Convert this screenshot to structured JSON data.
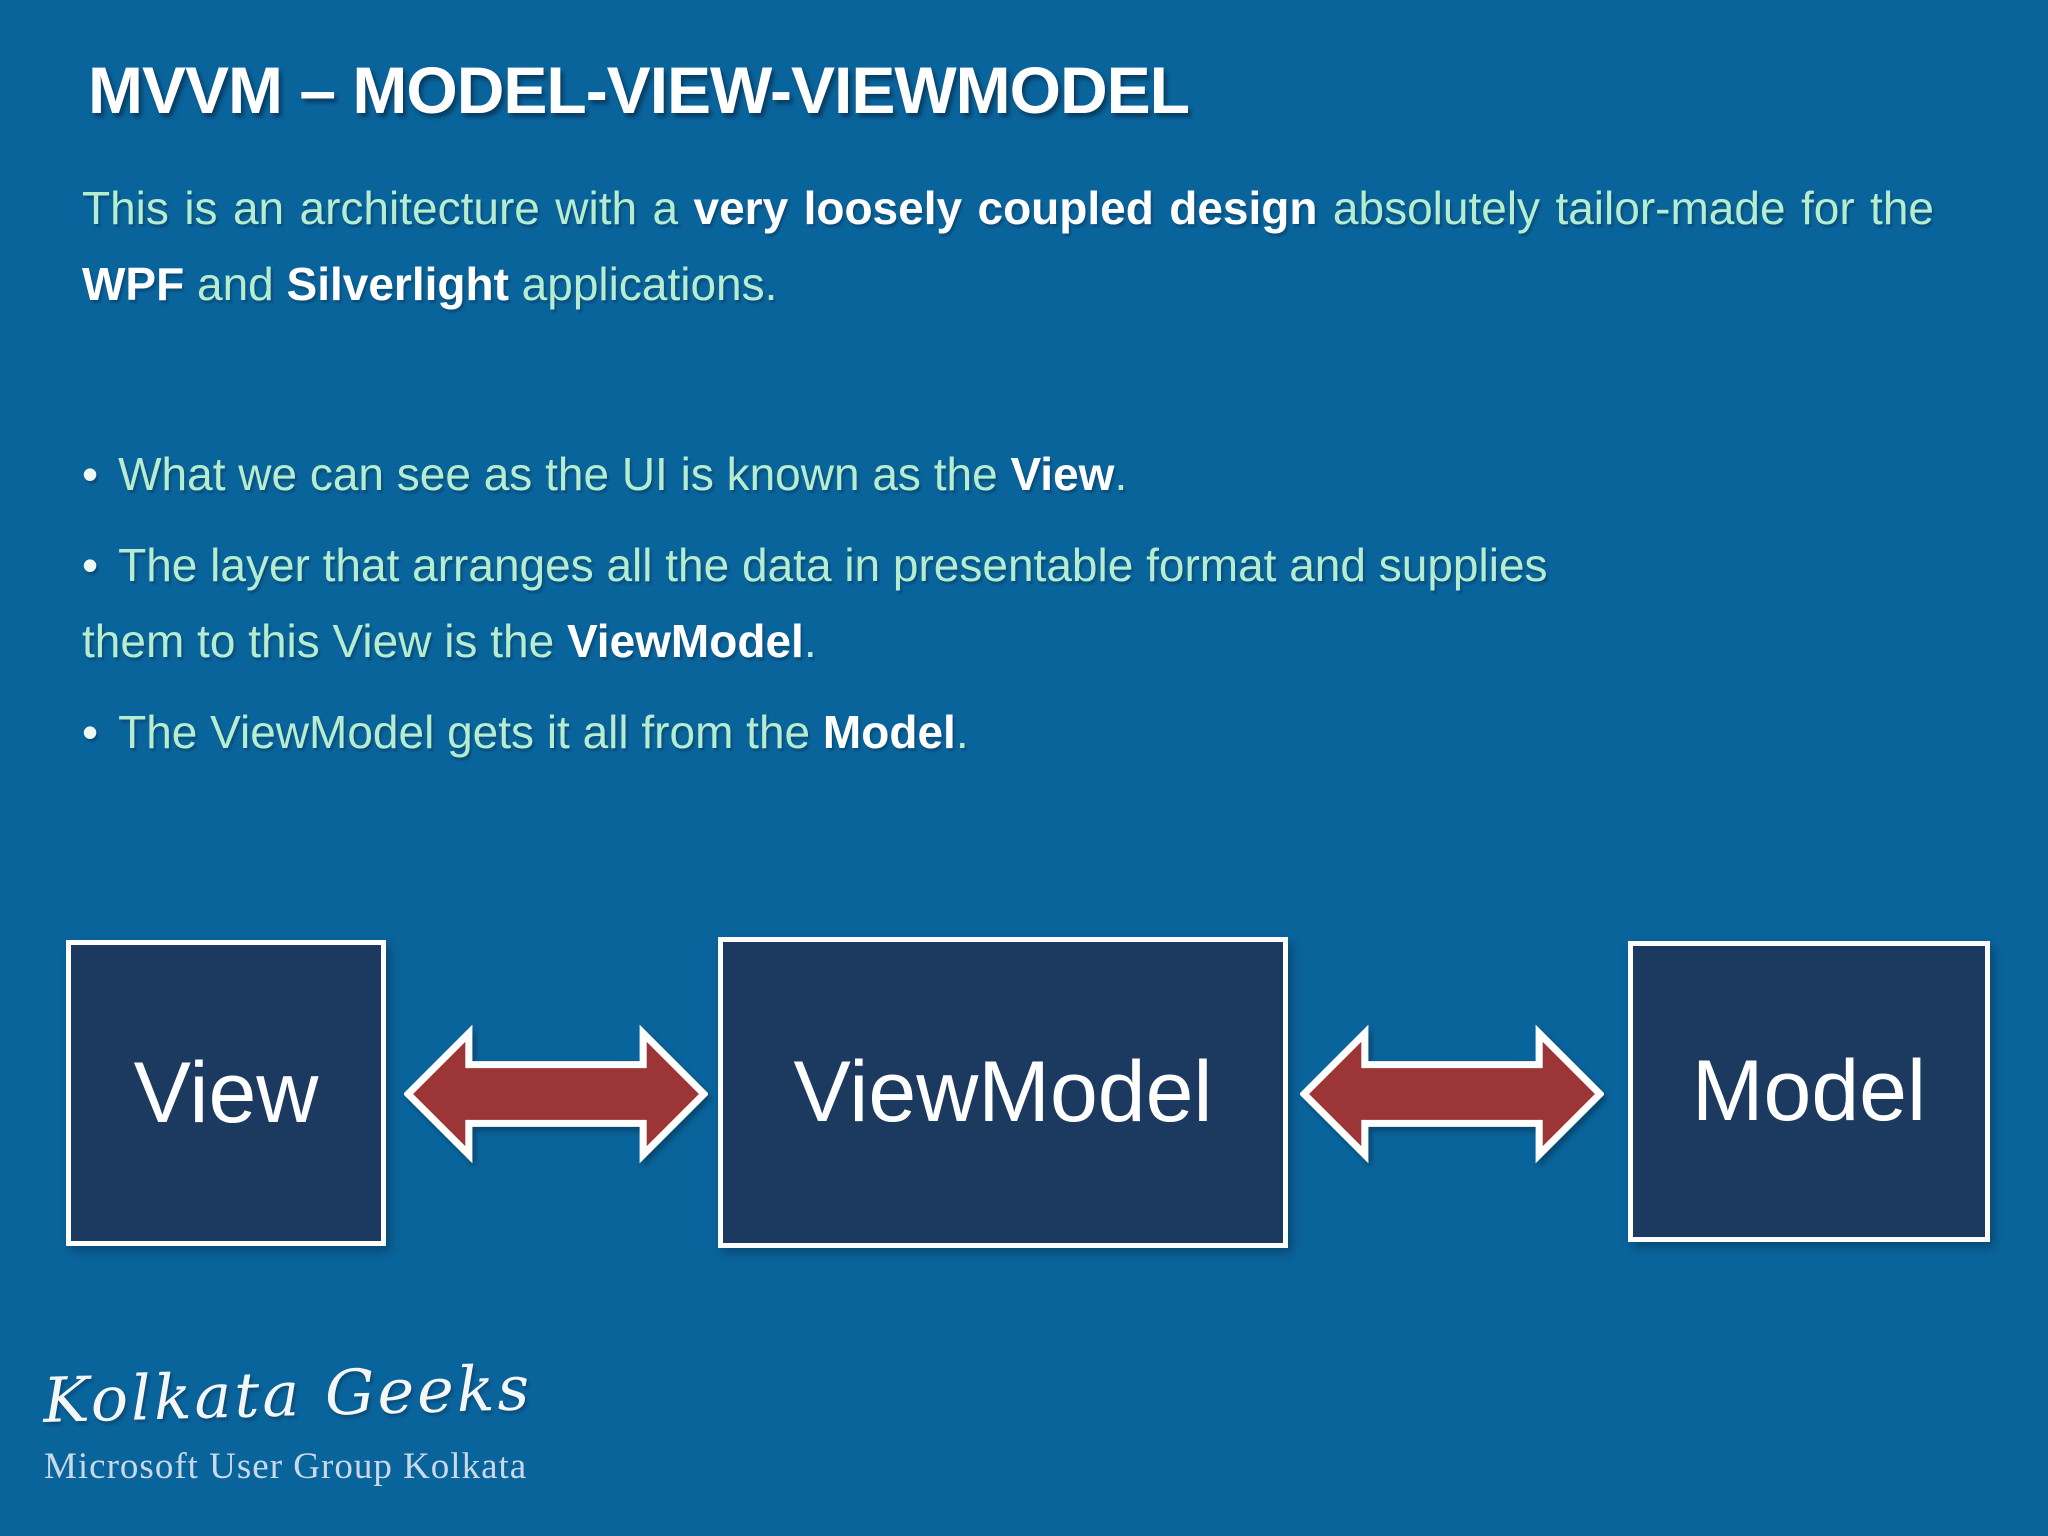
{
  "slide": {
    "title": "MVVM – MODEL-VIEW-VIEWMODEL",
    "bullet_char": "•",
    "intro_segments": [
      {
        "t": "This is an architecture with a ",
        "b": false
      },
      {
        "t": "very loosely coupled design",
        "b": true
      },
      {
        "t": " absolutely tailor-made for the ",
        "b": false
      },
      {
        "t": "WPF",
        "b": true
      },
      {
        "t": " and ",
        "b": false
      },
      {
        "t": "Silverlight",
        "b": true
      },
      {
        "t": " applications.",
        "b": false
      }
    ],
    "bullets": [
      {
        "segments": [
          {
            "t": "What we can see as the UI is known as the ",
            "b": false
          },
          {
            "t": "View",
            "b": true
          },
          {
            "t": ".",
            "b": false
          }
        ]
      },
      {
        "segments": [
          {
            "t": "The layer that arranges all the data in presentable format and supplies\nthem to this View is the ",
            "b": false
          },
          {
            "t": "ViewModel",
            "b": true
          },
          {
            "t": ".",
            "b": false
          }
        ]
      },
      {
        "segments": [
          {
            "t": "The ViewModel gets it all from the ",
            "b": false
          },
          {
            "t": "Model",
            "b": true
          },
          {
            "t": ".",
            "b": false
          }
        ]
      }
    ]
  },
  "diagram": {
    "boxes": [
      {
        "label": "View"
      },
      {
        "label": "ViewModel"
      },
      {
        "label": "Model"
      }
    ],
    "arrows": [
      {
        "icon": "double-headed-arrow"
      },
      {
        "icon": "double-headed-arrow"
      }
    ]
  },
  "footer": {
    "logo_title": "Kolkata Geeks",
    "logo_subtitle": "Microsoft User Group Kolkata"
  },
  "colors": {
    "bg": "#0a649c",
    "box_fill": "#1c3a5f",
    "arrow_fill": "#9c3535",
    "mint": "#b6edd0",
    "bold_white": "#ffffff",
    "subtitle_color": "#c9d9e7"
  }
}
